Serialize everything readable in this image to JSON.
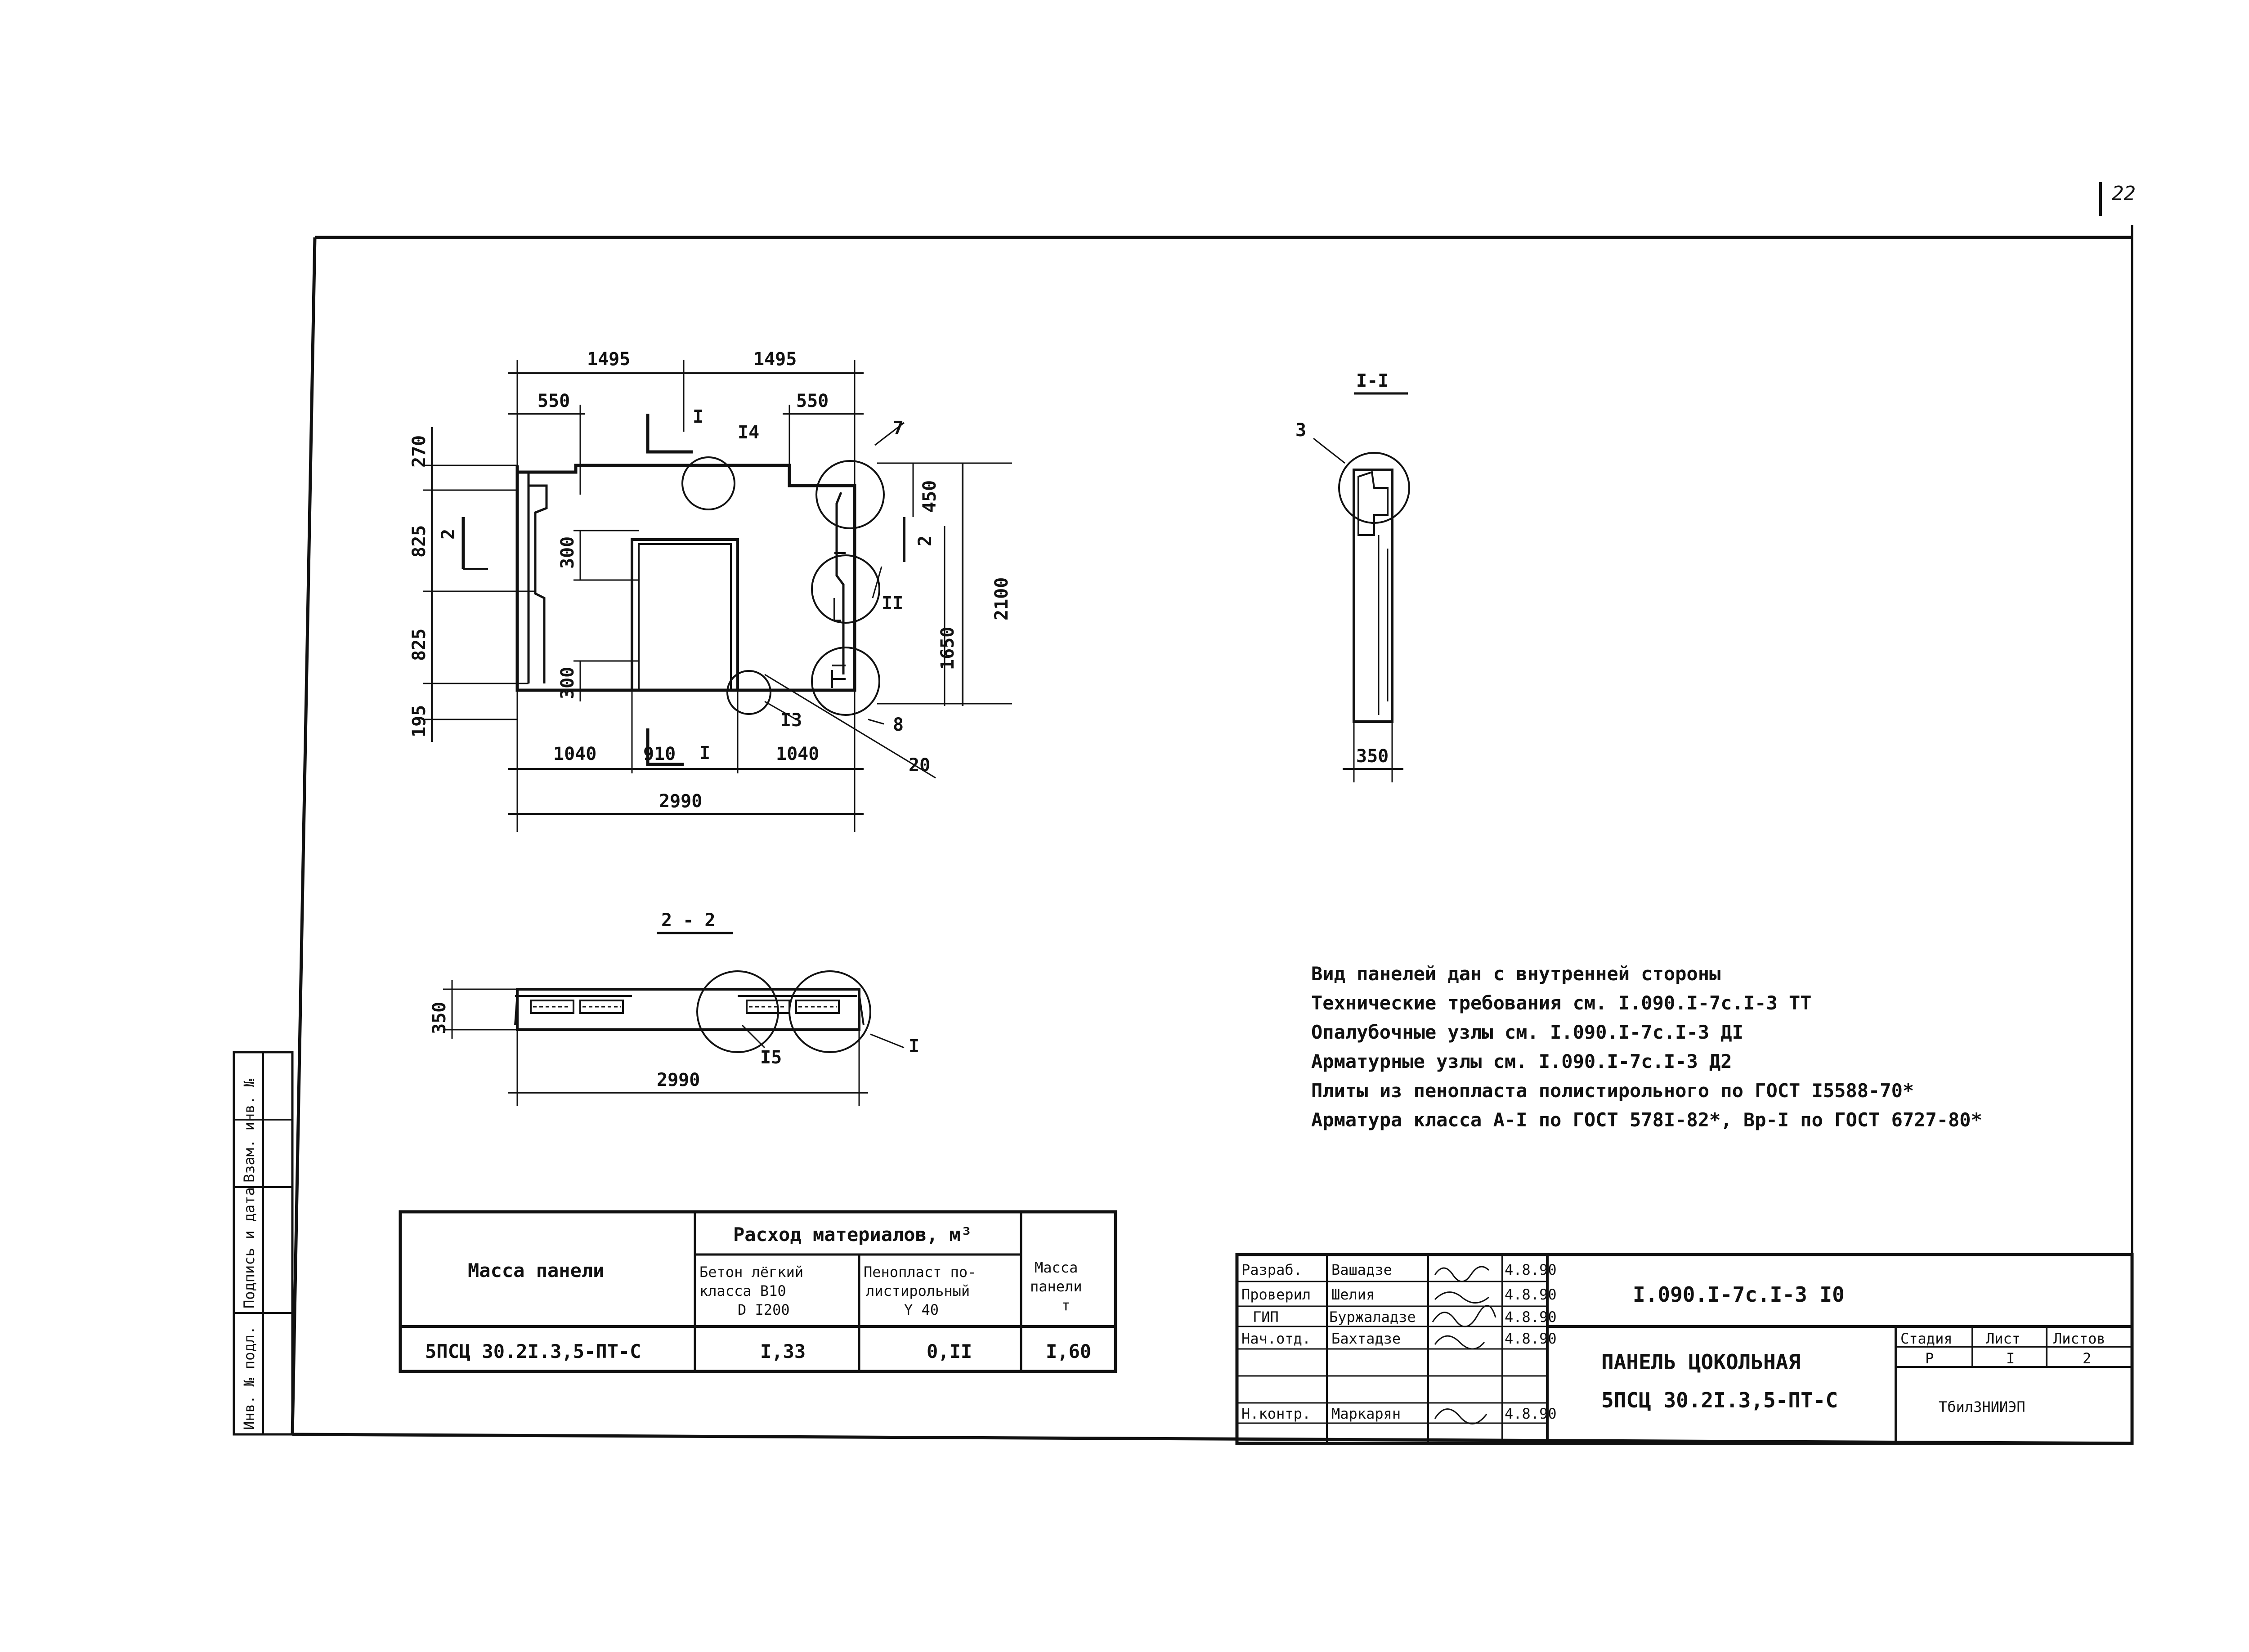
{
  "page_number": "22",
  "plan": {
    "dims_top": [
      "1495",
      "1495"
    ],
    "dim_left_top": "550",
    "dim_right_top": "550",
    "dims_left": [
      "270",
      "825",
      "825",
      "195"
    ],
    "dim_right_450": "450",
    "dim_right_2100": "2100",
    "dim_right_1650": "1650",
    "dim_300_a": "300",
    "dim_300_b": "300",
    "dims_bottom": [
      "1040",
      "910",
      "1040"
    ],
    "dim_total": "2990",
    "section_mark": "I",
    "section_mark_bottom": "I",
    "section_mark_2": "2",
    "section_mark_2b": "2",
    "callout_14": "I4",
    "callout_7": "7",
    "callout_11": "II",
    "callout_13": "I3",
    "callout_8": "8",
    "callout_20": "20"
  },
  "section_1": {
    "title": "I-I",
    "callout_3": "3",
    "dim": "350"
  },
  "section_2": {
    "title": "2 - 2",
    "dim_height": "350",
    "dim_total": "2990",
    "callout_15": "I5",
    "callout_1": "I"
  },
  "notes": [
    "Вид панелей дан с внутренней стороны",
    "Технические требования см. I.090.I-7с.I-3 ТТ",
    "Опалубочные узлы см. I.090.I-7с.I-3 ДI",
    "Арматурные узлы см. I.090.I-7с.I-3 Д2",
    "Плиты из пенопласта полистирольного по ГОСТ I5588-70*",
    "Арматура класса А-I по ГОСТ 578I-82*, Вр-I по ГОСТ 6727-80*"
  ],
  "materials_table": {
    "col_mass": "Масса панели",
    "col_consumption": "Расход материалов, м³",
    "col_concrete_l1": "Бетон лёгкий",
    "col_concrete_l2": "класса    В10",
    "col_concrete_l3": "D I200",
    "col_foam_l1": "Пенопласт по-",
    "col_foam_l2": "листирольный",
    "col_foam_l3": "Y 40",
    "col_weight_l1": "Масса",
    "col_weight_l2": "панели",
    "col_weight_l3": "т",
    "row": {
      "name": "5ПСЦ 30.2I.3,5-ПТ-С",
      "concrete": "I,33",
      "foam": "0,II",
      "weight": "I,60"
    }
  },
  "title_block": {
    "doc_code": "I.090.I-7с.I-3 I0",
    "title_l1": "ПАНЕЛЬ ЦОКОЛЬНАЯ",
    "title_l2": "5ПСЦ 30.2I.3,5-ПТ-С",
    "org": "ТбилЗНИИЭП",
    "stage_label": "Стадия",
    "sheet_label": "Лист",
    "sheets_label": "Листов",
    "stage": "Р",
    "sheet": "I",
    "sheets": "2",
    "rows": [
      {
        "role": "Разраб.",
        "name": "Вашадзе",
        "date": "4.8.90"
      },
      {
        "role": "Проверил",
        "name": "Шелия",
        "date": "4.8.90"
      },
      {
        "role": "ГИП",
        "name": "Буржаладзе",
        "date": "4.8.90"
      },
      {
        "role": "Нач.отд.",
        "name": "Бахтадзе",
        "date": "4.8.90"
      },
      {
        "role": "",
        "name": "",
        "date": ""
      },
      {
        "role": "",
        "name": "",
        "date": ""
      },
      {
        "role": "Н.контр.",
        "name": "Маркарян",
        "date": "4.8.90"
      }
    ]
  },
  "side_stamp": {
    "inv_no": "Инв. № подл.",
    "signature_date": "Подпись и дата",
    "replace_inv": "Взам. инв. №"
  }
}
